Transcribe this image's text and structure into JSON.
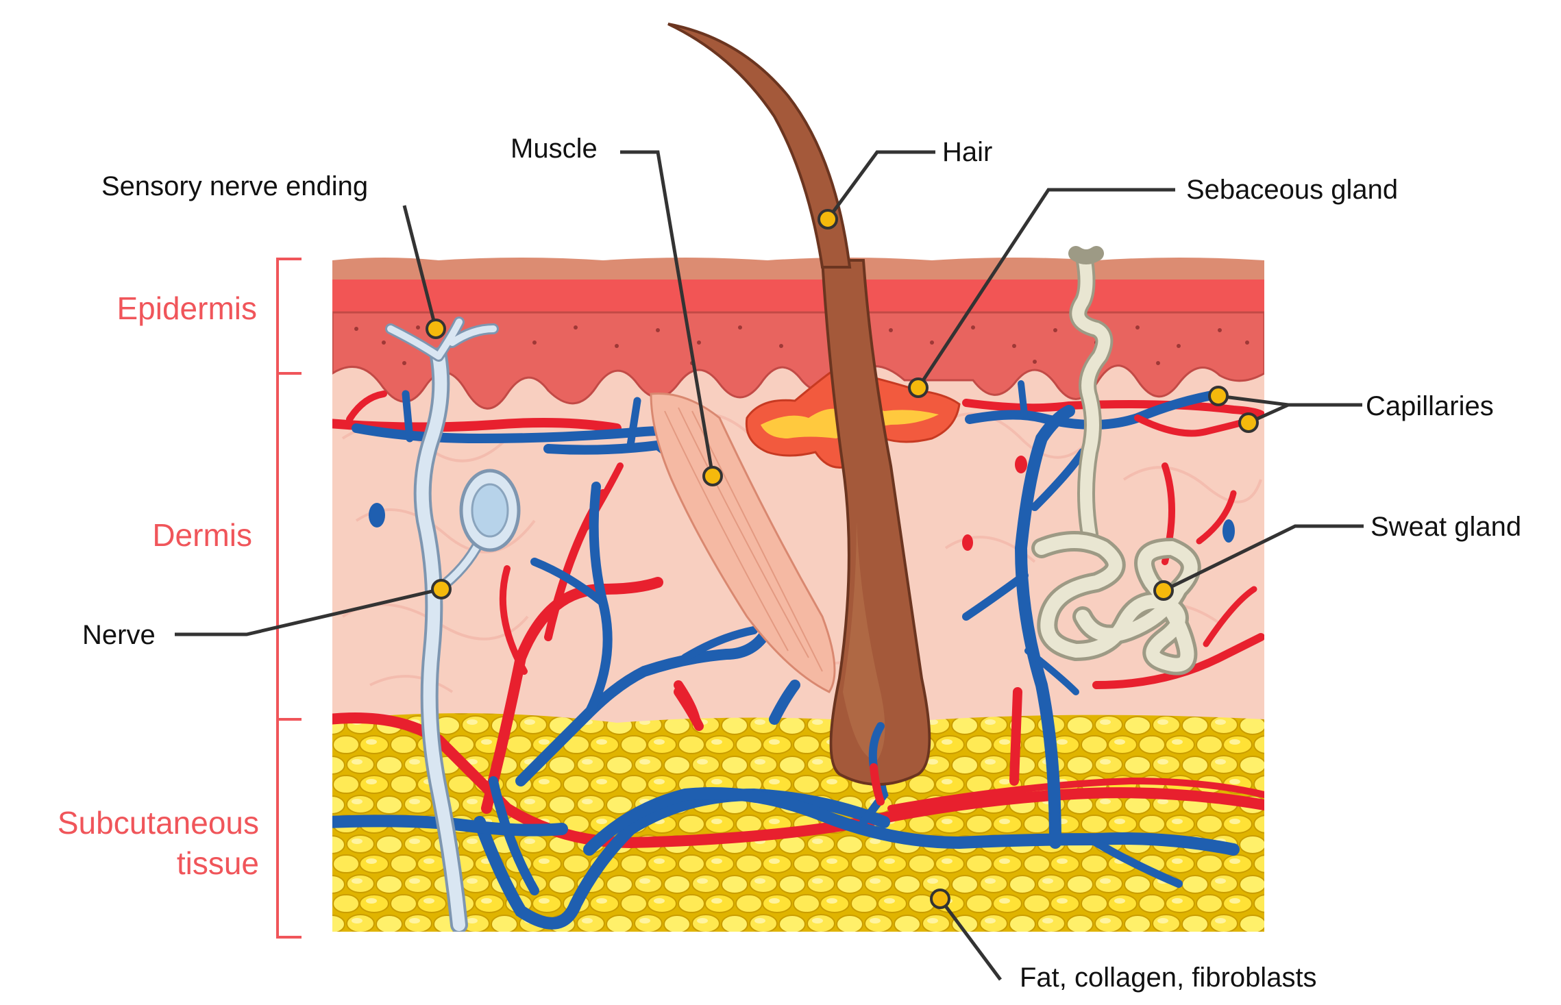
{
  "colors": {
    "layer_label": "#f0555a",
    "label_text": "#111111",
    "leader_line": "#333333",
    "marker": "#f5b90c",
    "artery": "#e8202e",
    "vein": "#1f5fb0",
    "fat": "#ffe34a",
    "dermis": "#f8cfc0",
    "epidermis": "#e8645f",
    "hair": "#a4593a",
    "nerve": "#d9e6f2"
  },
  "layers": {
    "epidermis": "Epidermis",
    "dermis": "Dermis",
    "subcutaneous_line1": "Subcutaneous",
    "subcutaneous_line2": "tissue"
  },
  "labels": {
    "sensory_nerve_ending": "Sensory nerve ending",
    "muscle": "Muscle",
    "hair": "Hair",
    "sebaceous_gland": "Sebaceous gland",
    "capillaries": "Capillaries",
    "sweat_gland": "Sweat gland",
    "nerve": "Nerve",
    "fat": "Fat, collagen, fibroblasts"
  }
}
